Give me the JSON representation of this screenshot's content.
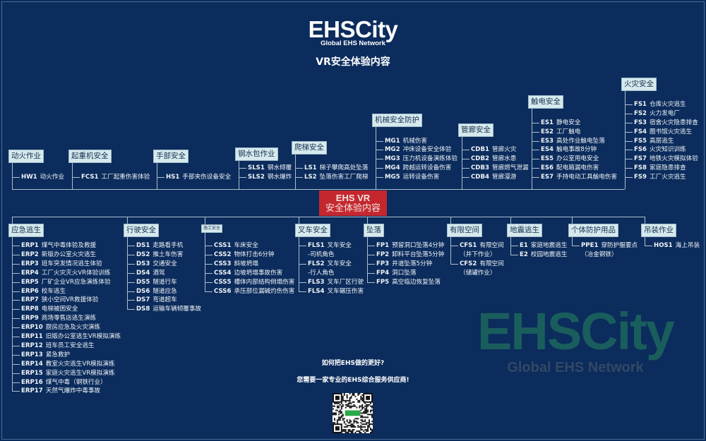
{
  "logo": {
    "main": "EHSCity",
    "sub": "Global EHS Network"
  },
  "title": "VR安全体验内容",
  "center": {
    "line1": "EHS VR",
    "line2": "安全体验内容"
  },
  "watermark": {
    "main": "EHSCity",
    "sub": "Global EHS Network"
  },
  "top_groups": [
    {
      "label": "动火作业",
      "items": [
        {
          "code": "HW1",
          "text": "动火作业"
        }
      ]
    },
    {
      "label": "起重机安全",
      "items": [
        {
          "code": "FCS1",
          "text": "工厂起重伤害体验"
        }
      ]
    },
    {
      "label": "手部安全",
      "items": [
        {
          "code": "HS1",
          "text": "手部夹伤设备安全"
        }
      ]
    },
    {
      "label": "钢水包作业",
      "items": [
        {
          "code": "SLS1",
          "text": "钢水倾覆"
        },
        {
          "code": "SLS2",
          "text": "钢水爆炸"
        }
      ]
    },
    {
      "label": "爬梯安全",
      "items": [
        {
          "code": "LS1",
          "text": "梯子攀爬高处坠落"
        },
        {
          "code": "LS2",
          "text": "坠落伤害工厂爬梯"
        }
      ]
    },
    {
      "label": "机械安全防护",
      "items": [
        {
          "code": "MG1",
          "text": "机械伤害"
        },
        {
          "code": "MG2",
          "text": "冲床设备安全体验"
        },
        {
          "code": "MG3",
          "text": "压力机设备演练体验"
        },
        {
          "code": "MG4",
          "text": "跨越运转设备伤害"
        },
        {
          "code": "MG5",
          "text": "运转设备伤害"
        }
      ]
    },
    {
      "label": "管廊安全",
      "items": [
        {
          "code": "CDB1",
          "text": "管廊火灾"
        },
        {
          "code": "CDB2",
          "text": "管廊水患"
        },
        {
          "code": "CDB3",
          "text": "管廊燃气泄漏"
        },
        {
          "code": "CDB4",
          "text": "管廊漫游"
        }
      ]
    },
    {
      "label": "触电安全",
      "items": [
        {
          "code": "ES1",
          "text": "静电安全"
        },
        {
          "code": "ES2",
          "text": "工厂触电"
        },
        {
          "code": "ES3",
          "text": "高处作业触电坠落"
        },
        {
          "code": "ES4",
          "text": "触电事故8分钟"
        },
        {
          "code": "ES5",
          "text": "办公室用电安全"
        },
        {
          "code": "ES6",
          "text": "配电箱漏电伤害"
        },
        {
          "code": "ES7",
          "text": "手持电动工具触电伤害"
        }
      ]
    },
    {
      "label": "火灾安全",
      "items": [
        {
          "code": "FS1",
          "text": "仓库火灾逃生"
        },
        {
          "code": "FS2",
          "text": "火力发电厂"
        },
        {
          "code": "FS3",
          "text": "宿舍火灾隐患排查"
        },
        {
          "code": "FS4",
          "text": "图书馆火灾逃生"
        },
        {
          "code": "FS5",
          "text": "高层逃生"
        },
        {
          "code": "FS6",
          "text": "火灾知识训练"
        },
        {
          "code": "FS7",
          "text": "地铁火灾模拟体验"
        },
        {
          "code": "FS8",
          "text": "家庭隐患排查"
        },
        {
          "code": "FS9",
          "text": "工厂火灾逃生"
        }
      ]
    }
  ],
  "bottom_groups": [
    {
      "label": "应急逃生",
      "items": [
        {
          "code": "ERP1",
          "text": "煤气中毒体验及救援"
        },
        {
          "code": "ERP2",
          "text": "新版办公室火灾逃生"
        },
        {
          "code": "ERP3",
          "text": "班车突发情况逃生体验"
        },
        {
          "code": "ERP4",
          "text": "工厂火灾灭火VR体验训练"
        },
        {
          "code": "ERP5",
          "text": "厂矿企业VR应急演练体验"
        },
        {
          "code": "ERP6",
          "text": "校车逃生"
        },
        {
          "code": "ERP7",
          "text": "狭小空间VR救援体验"
        },
        {
          "code": "ERP8",
          "text": "电梯被困安全"
        },
        {
          "code": "ERP9",
          "text": "商场零售店逃生演练"
        },
        {
          "code": "ERP10",
          "text": "厨房应急及火灾演练"
        },
        {
          "code": "ERP11",
          "text": "旧版办公室逃生VR模拟演练"
        },
        {
          "code": "ERP12",
          "text": "班车员工安全逃生"
        },
        {
          "code": "ERP13",
          "text": "紧急救护"
        },
        {
          "code": "ERP14",
          "text": "教室火灾逃生VR模拟演练"
        },
        {
          "code": "ERP15",
          "text": "家庭火灾逃生VR模拟演练"
        },
        {
          "code": "ERP16",
          "text": "煤气中毒（钢铁行业）"
        },
        {
          "code": "ERP17",
          "text": "天然气爆炸中毒事故"
        }
      ]
    },
    {
      "label": "行驶安全",
      "items": [
        {
          "code": "DS1",
          "text": "走路看手机"
        },
        {
          "code": "DS2",
          "text": "推土车伤害"
        },
        {
          "code": "DS3",
          "text": "交通安全"
        },
        {
          "code": "DS4",
          "text": "酒驾"
        },
        {
          "code": "DS5",
          "text": "隧道行车"
        },
        {
          "code": "DS6",
          "text": "隧道应急"
        },
        {
          "code": "DS7",
          "text": "弯道超车"
        },
        {
          "code": "DS8",
          "text": "运输车辆倾覆事故"
        }
      ]
    },
    {
      "label": "施工安全",
      "items": [
        {
          "code": "CSS1",
          "text": "车床安全"
        },
        {
          "code": "CSS2",
          "text": "物体打击6分钟"
        },
        {
          "code": "CSS3",
          "text": "斜坡坍塌"
        },
        {
          "code": "CSS4",
          "text": "边坡坍塌事故伤害"
        },
        {
          "code": "CSS5",
          "text": "槽体内部结构倒塌伤害"
        },
        {
          "code": "CSS6",
          "text": "承压部位漏碱灼伤伤害"
        }
      ]
    },
    {
      "label": "叉车安全",
      "items": [
        {
          "code": "FLS1",
          "text": "叉车安全\n-司机角色"
        },
        {
          "code": "FLS2",
          "text": "叉车安全\n-行人角色"
        },
        {
          "code": "FLS3",
          "text": "叉车厂区行驶"
        },
        {
          "code": "FLS4",
          "text": "叉车碾压伤害"
        }
      ]
    },
    {
      "label": "坠落",
      "items": [
        {
          "code": "FP1",
          "text": "预留洞口坠落4分钟"
        },
        {
          "code": "FP2",
          "text": "卸料平台坠落5分钟"
        },
        {
          "code": "FP3",
          "text": "井道坠落5分钟"
        },
        {
          "code": "FP4",
          "text": "洞口坠落"
        },
        {
          "code": "FP5",
          "text": "高空临边恢复坠落"
        }
      ]
    },
    {
      "label": "有限空间",
      "items": [
        {
          "code": "CFS1",
          "text": "有限空间\n（井下作业）"
        },
        {
          "code": "CFS2",
          "text": "有限空间\n（储罐作业）"
        }
      ]
    },
    {
      "label": "地震逃生",
      "items": [
        {
          "code": "E1",
          "text": "家庭地震逃生"
        },
        {
          "code": "E2",
          "text": "校园地震逃生"
        }
      ]
    },
    {
      "label": "个体防护用品",
      "items": [
        {
          "code": "PPE1",
          "text": "穿防护服要点\n（冶金钢铁）"
        }
      ]
    },
    {
      "label": "吊装作业",
      "items": [
        {
          "code": "HOS1",
          "text": "海上吊装"
        }
      ]
    }
  ],
  "footer": {
    "q1": "如何把EHS做的更好?",
    "q2": "您需要一家专业的EHS综合服务供应商!"
  },
  "colors": {
    "background": "#0b2c5c",
    "center": "#c4282e",
    "label_bg": "#d6eaee",
    "watermark": "#1f6e5e"
  }
}
